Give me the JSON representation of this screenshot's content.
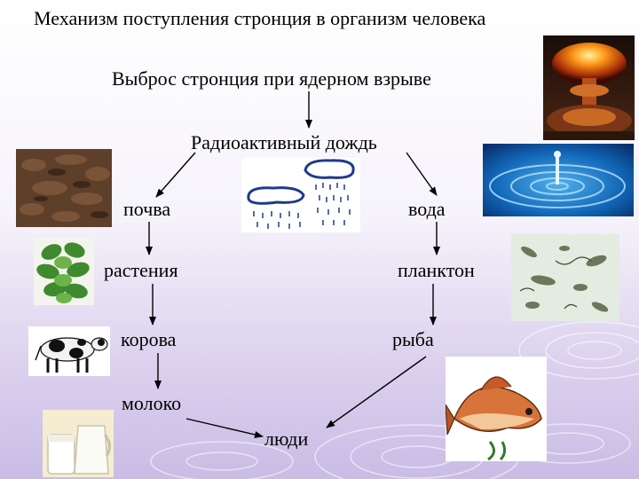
{
  "title": "Механизм поступления стронция в организм человека",
  "source": "Выброс стронция при ядерном взрыве",
  "rain": "Радиоактивный дождь",
  "nodes": {
    "soil": "почва",
    "water": "вода",
    "plants": "растения",
    "plankton": "планктон",
    "cow": "корова",
    "fish": "рыба",
    "milk": "молоко",
    "people": "люди"
  },
  "images": [
    "nuclear-explosion",
    "clouds-rain",
    "soil",
    "water-drop",
    "plant",
    "plankton",
    "cow",
    "fish",
    "milk"
  ]
}
